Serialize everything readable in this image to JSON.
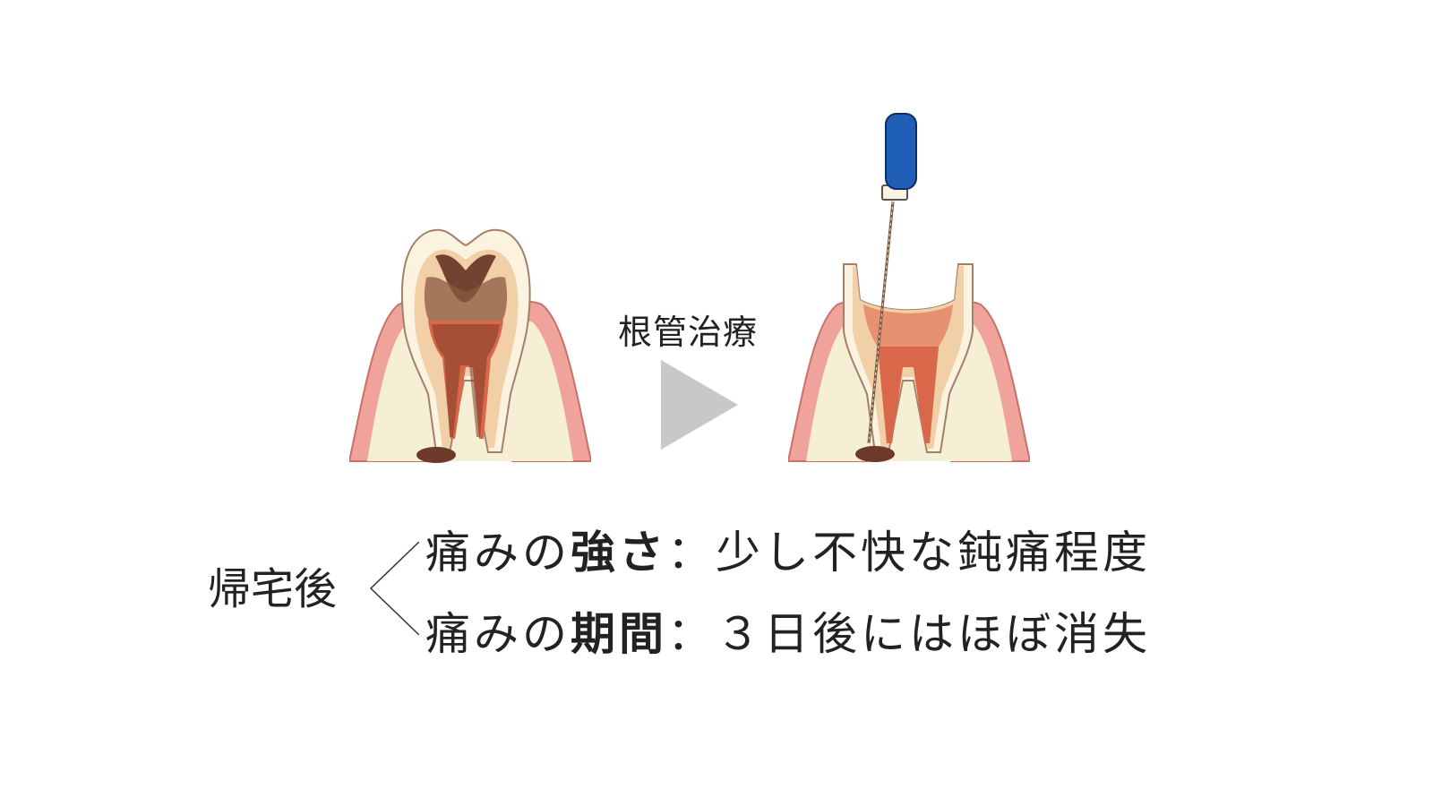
{
  "arrow": {
    "label": "根管治療"
  },
  "aftercare": {
    "label": "帰宅後",
    "lines": [
      {
        "prefix": "痛みの",
        "keyword": "強さ",
        "separator": "：",
        "value": "少し不快な鈍痛程度"
      },
      {
        "prefix": "痛みの",
        "keyword": "期間",
        "separator": "：",
        "value": "３日後にはほぼ消失"
      }
    ]
  },
  "illustrations": {
    "before": "decayed-molar-cross-section",
    "after": "molar-with-endodontic-file"
  },
  "colors": {
    "gum": "#efa39a",
    "bone": "#f5efd6",
    "enamel": "#fbf3df",
    "dentin": "#f1d0a8",
    "pulp": "#d9684a",
    "decay": "#6b3a2a",
    "file_handle": "#1f5fb5",
    "arrow": "#c8c8c8"
  }
}
